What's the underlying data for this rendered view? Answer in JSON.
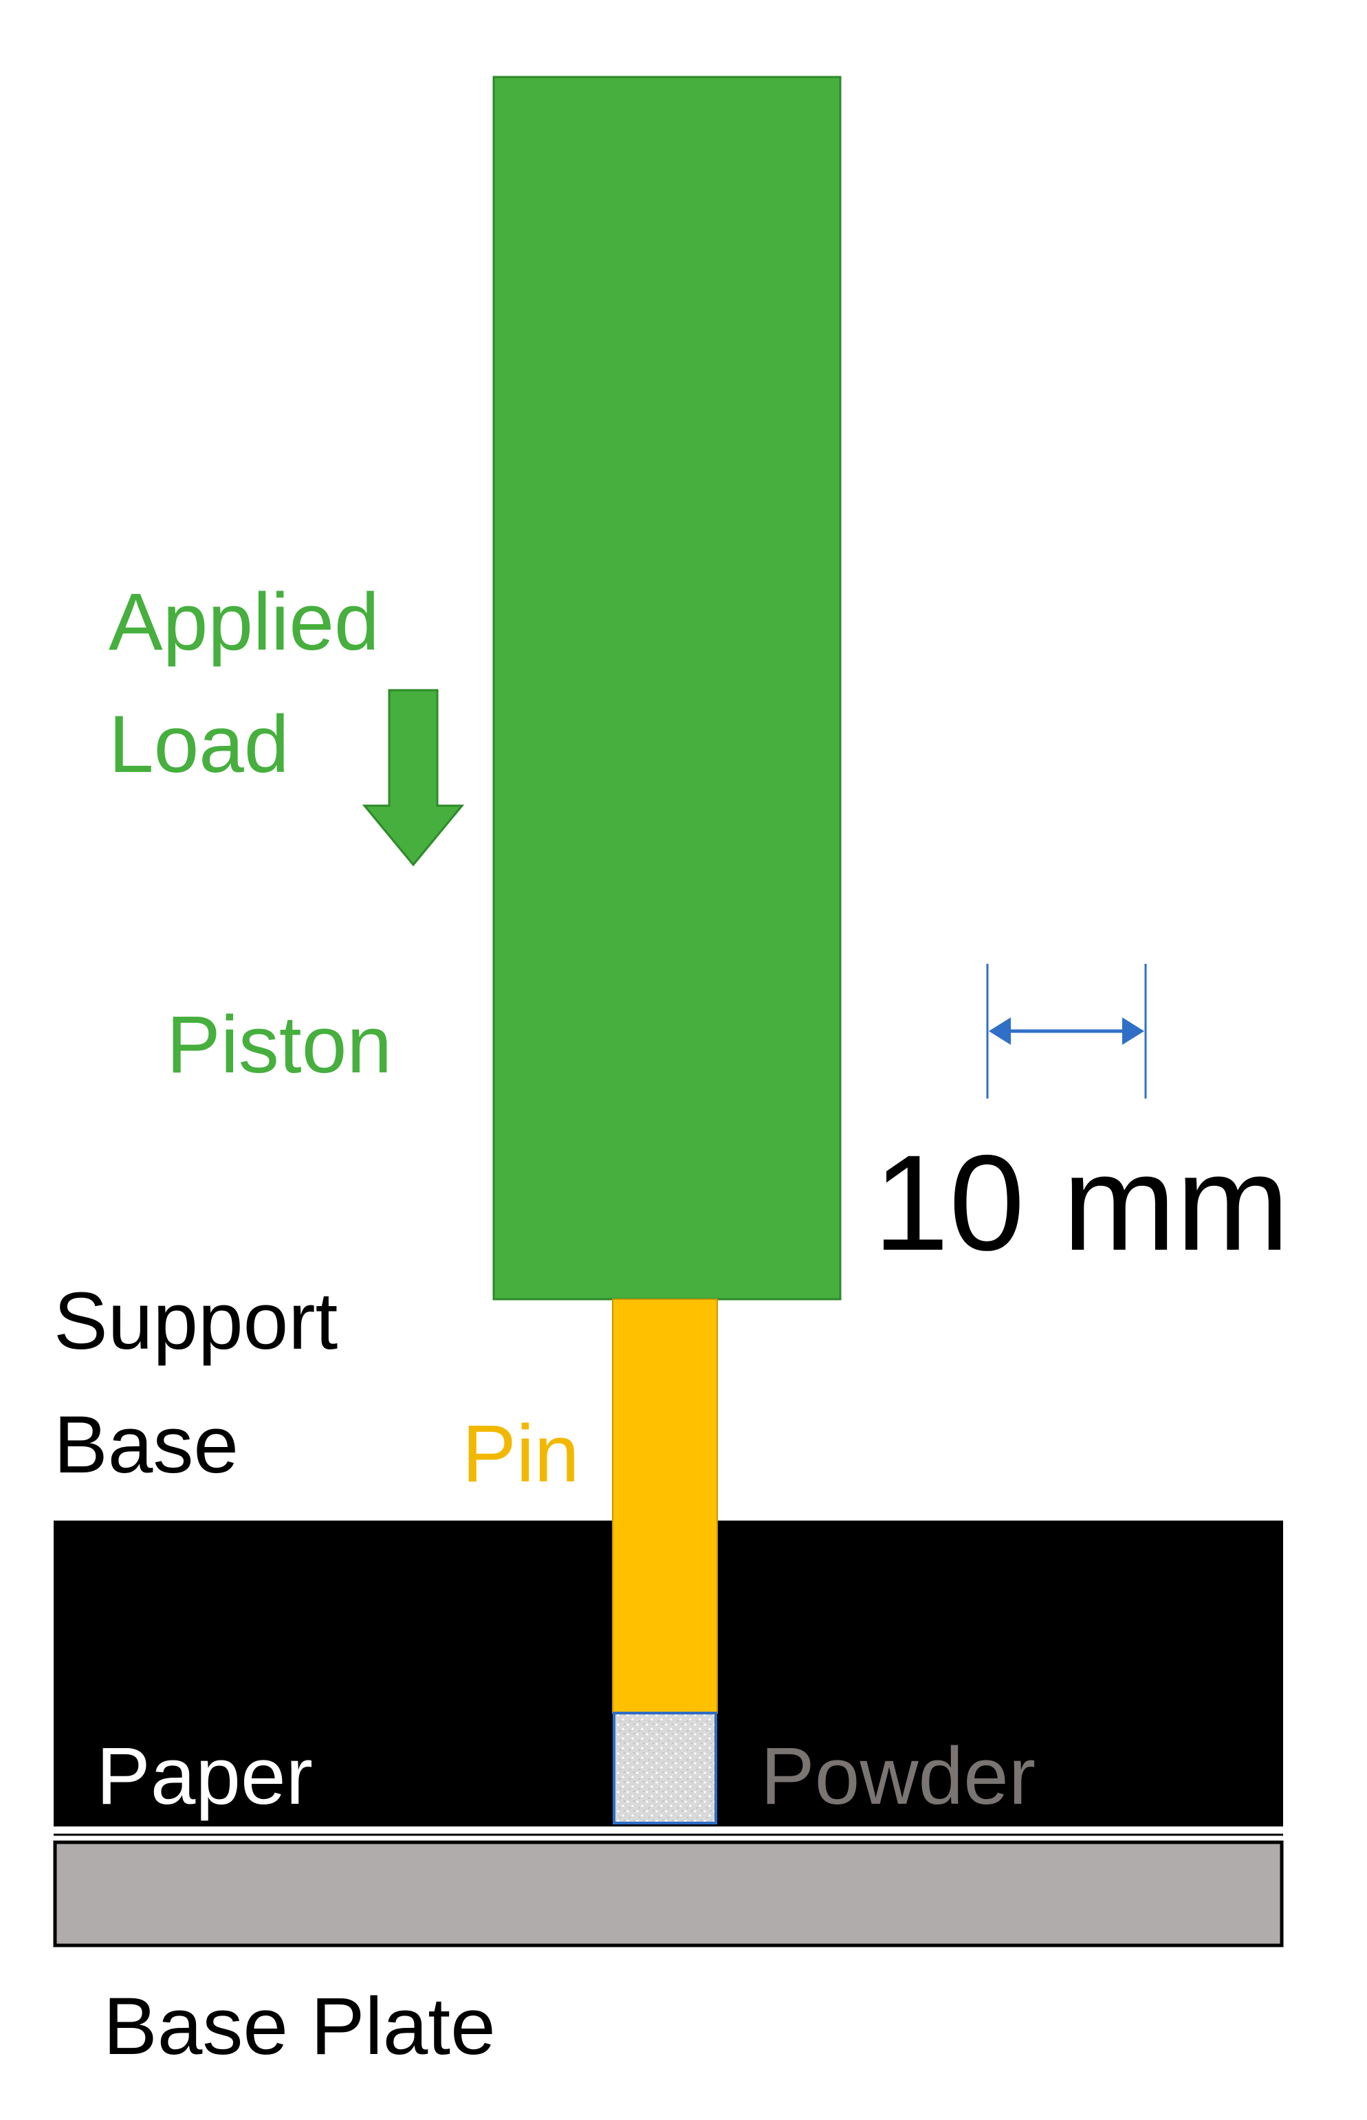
{
  "labels": {
    "applied_load_line1": "Applied",
    "applied_load_line2": "Load",
    "piston": "Piston",
    "scale_bar": "10 mm",
    "support_base_line1": "Support",
    "support_base_line2": "Base",
    "pin": "Pin",
    "paper": "Paper",
    "powder": "Powder",
    "base_plate": "Base Plate"
  },
  "colors": {
    "piston": "#46AF3E",
    "pin": "#FFC000",
    "support_base": "#000000",
    "base_plate": "#B0ACAB",
    "powder": "#D9D9D9",
    "scale_bar": "#2F6FC6",
    "powder_label": "#7A7472",
    "text_dark": "#000000",
    "text_light": "#ffffff"
  }
}
